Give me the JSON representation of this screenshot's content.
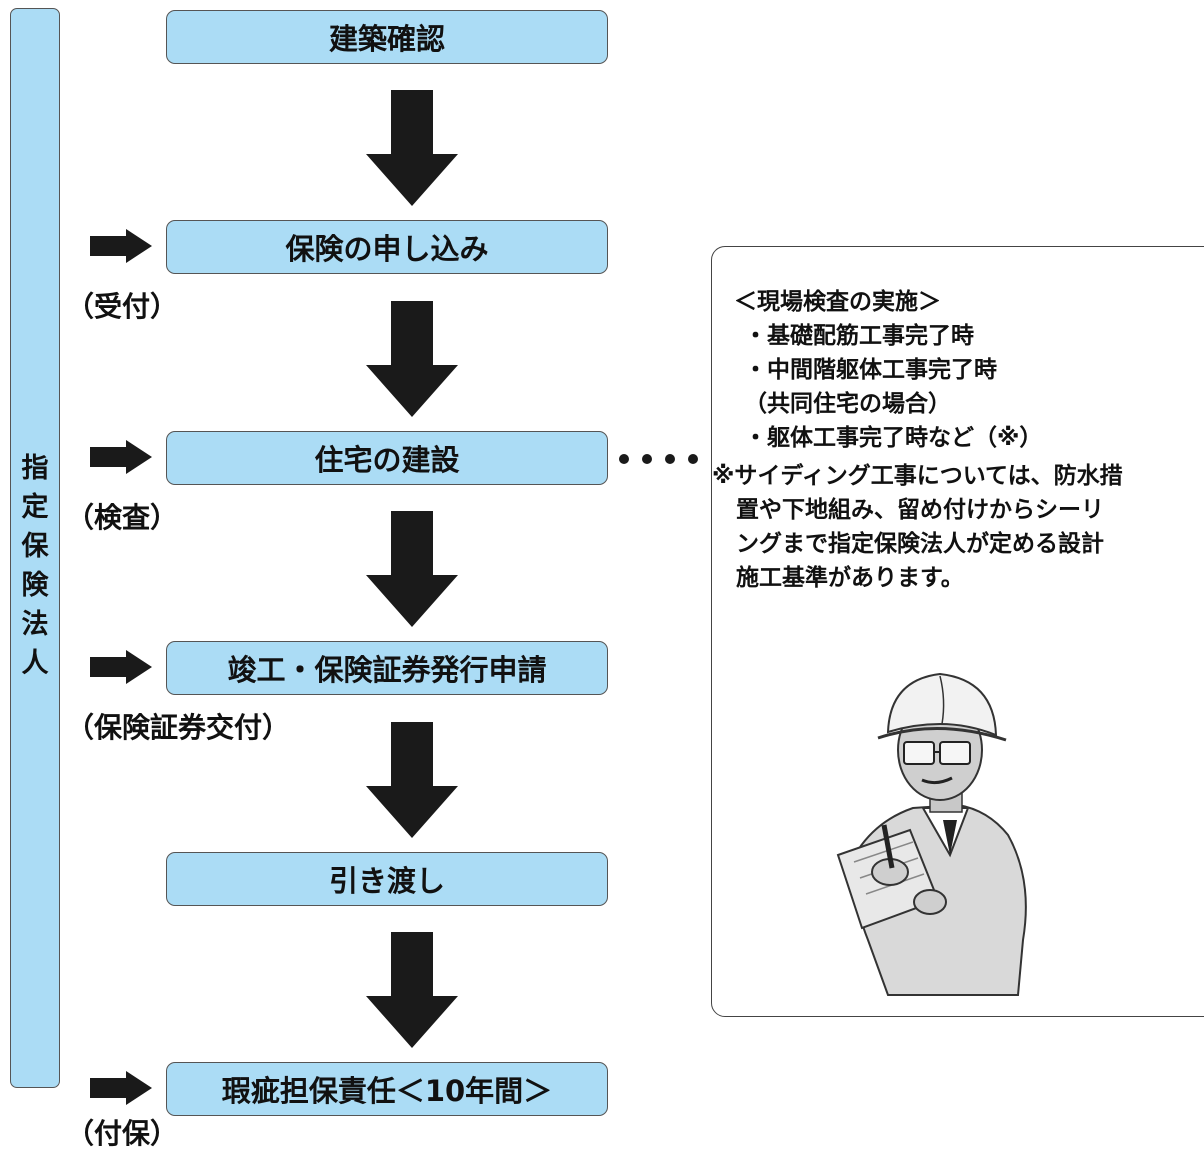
{
  "sidebar": {
    "chars": [
      "指",
      "定",
      "保",
      "険",
      "法",
      "人"
    ]
  },
  "steps": [
    "建築確認",
    "保険の申し込み",
    "住宅の建設",
    "竣工・保険証券発行申請",
    "引き渡し",
    "瑕疵担保責任＜10年間＞"
  ],
  "side_labels": [
    "（受付）",
    "（検査）",
    "（保険証券交付）",
    "（付保）"
  ],
  "note": {
    "title": "＜現場検査の実施＞",
    "item1": "・基礎配筋工事完了時",
    "item2": "・中間階躯体工事完了時",
    "item2_sub": "（共同住宅の場合）",
    "item3": "・躯体工事完了時など（※）",
    "footnote_lines": [
      "※サイディング工事については、防水措",
      "置や下地組み、留め付けからシーリ",
      "ングまで指定保険法人が定める設計",
      "施工基準があります。"
    ]
  },
  "colors": {
    "box_fill": "#abdcf5",
    "arrow": "#1a1a1a",
    "border": "#555555"
  },
  "icons": [
    "down-arrow-icon",
    "right-arrow-icon",
    "dotted-connector",
    "inspector-illustration"
  ]
}
